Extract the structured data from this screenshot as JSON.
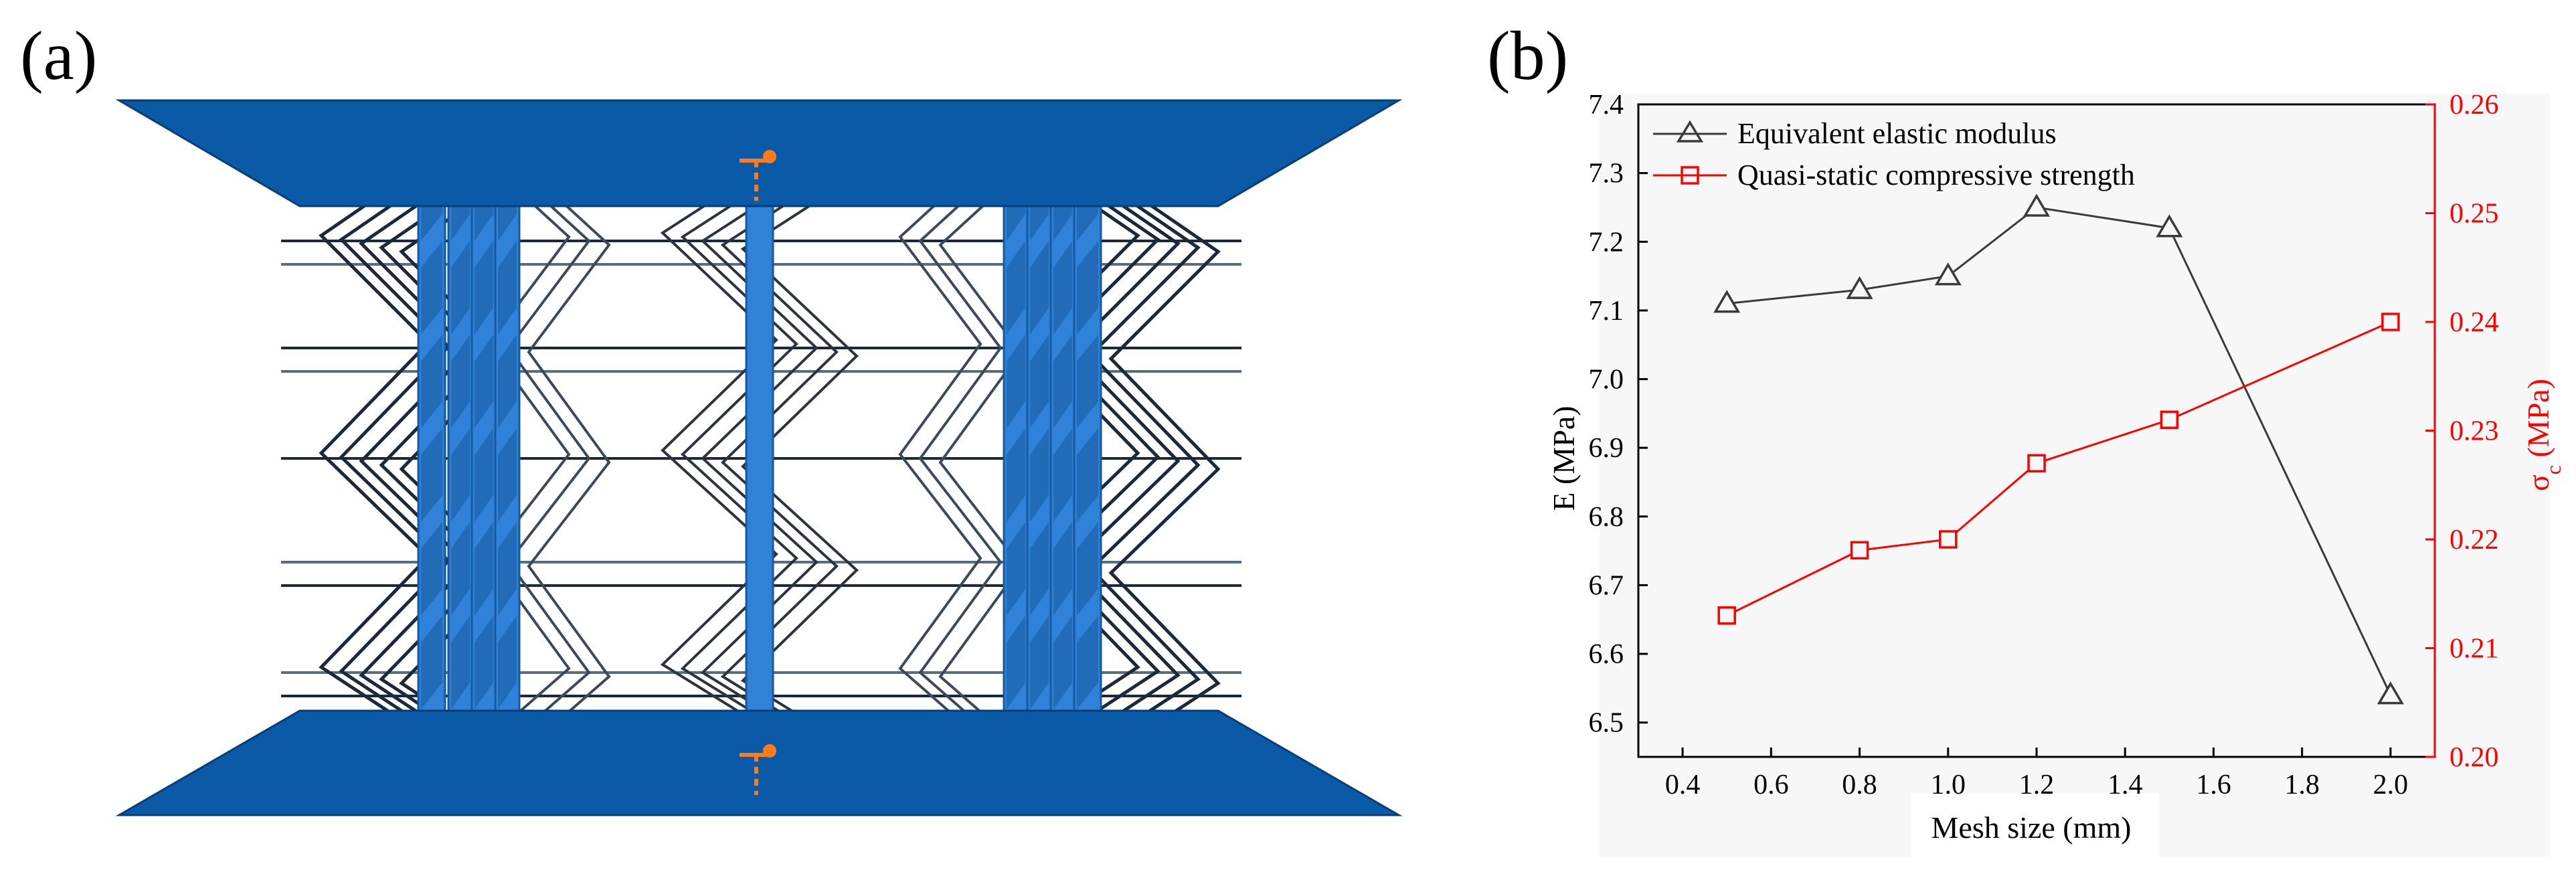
{
  "panels": {
    "a_label": "(a)",
    "b_label": "(b)"
  },
  "model_colors": {
    "plate": "#0a5aa8",
    "plate_edge": "#073e78",
    "core": "#2f82d8",
    "core_dark": "#1659a0",
    "wire": "#1a2a3a",
    "marker": "#ff7a1a"
  },
  "chart_data": {
    "type": "line",
    "xlabel": "Mesh size (mm)",
    "ylabel_left": "E (MPa)",
    "ylabel_right_main": "σ",
    "ylabel_right_sub": "c",
    "ylabel_right_unit": " (MPa)",
    "xlim": [
      0.3,
      2.1
    ],
    "ylim_left": [
      6.45,
      7.4
    ],
    "ylim_right": [
      0.2,
      0.26
    ],
    "x_ticks": [
      "0.4",
      "0.6",
      "0.8",
      "1.0",
      "1.2",
      "1.4",
      "1.6",
      "1.8",
      "2.0"
    ],
    "y_ticks_left": [
      "6.5",
      "6.6",
      "6.7",
      "6.8",
      "6.9",
      "7.0",
      "7.1",
      "7.2",
      "7.3",
      "7.4"
    ],
    "y_ticks_right": [
      "0.20",
      "0.21",
      "0.22",
      "0.23",
      "0.24",
      "0.25",
      "0.26"
    ],
    "legend_placement": "top-left",
    "grid": false,
    "series": [
      {
        "name": "Equivalent elastic modulus",
        "axis": "left",
        "marker": "triangle",
        "color": "#3a3a3a",
        "x": [
          0.5,
          0.8,
          1.0,
          1.2,
          1.5,
          2.0
        ],
        "y": [
          7.11,
          7.13,
          7.15,
          7.25,
          7.22,
          6.54
        ]
      },
      {
        "name": "Quasi-static compressive strength",
        "axis": "right",
        "marker": "square",
        "color": "#ff0000",
        "x": [
          0.5,
          0.8,
          1.0,
          1.2,
          1.5,
          2.0
        ],
        "y": [
          0.213,
          0.219,
          0.22,
          0.227,
          0.231,
          0.24
        ]
      }
    ]
  }
}
